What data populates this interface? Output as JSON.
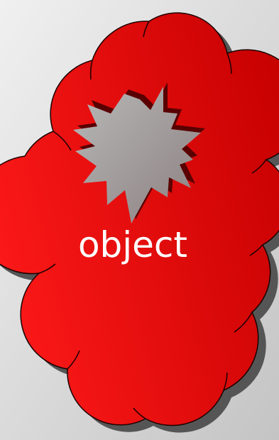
{
  "diagram": {
    "label": "object",
    "colors": {
      "background_light": "#f0f0f0",
      "background_dark": "#c4c4c4",
      "cloud_fill_light": "#ff1a1a",
      "cloud_fill_dark": "#c60000",
      "cloud_stroke": "#1a0000",
      "shadow": "#555555",
      "burst_fill_light": "#b8b8b8",
      "burst_fill_dark": "#8c8080",
      "burst_shadow": "#5a0000",
      "label": "#ffffff"
    },
    "shapes": {
      "cloud": "cloud-shape",
      "burst": "explosion-burst-shape"
    }
  }
}
